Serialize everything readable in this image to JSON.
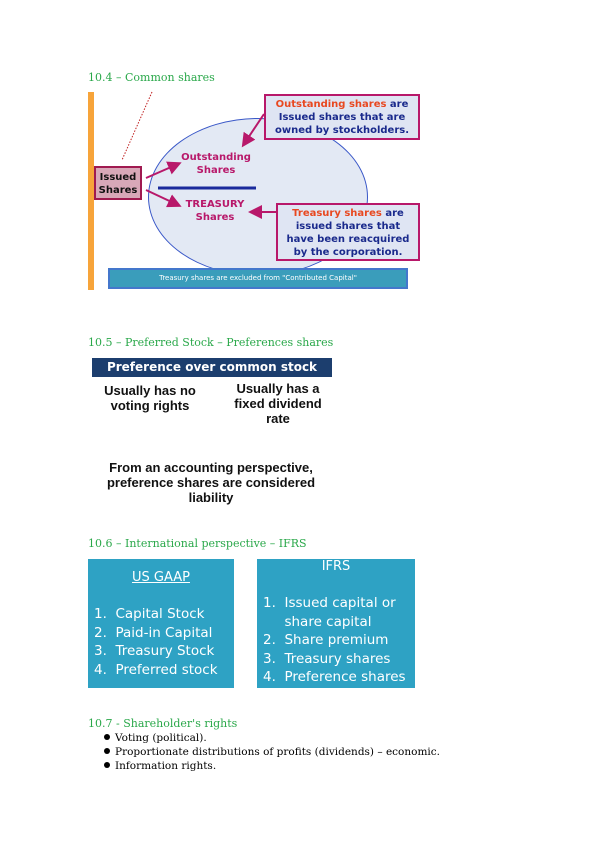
{
  "sections": {
    "common": {
      "heading": "10.4 – Common shares",
      "issued_label": "Issued Shares",
      "outstanding_label": "Outstanding Shares",
      "treasury_label": "TREASURY Shares",
      "callout_outstanding": {
        "highlight": "Outstanding shares",
        "rest": " are Issued shares that are owned by stockholders."
      },
      "callout_treasury": {
        "highlight": "Treasury shares",
        "rest": " are issued shares that have been reacquired by the corporation."
      },
      "note": "Treasury shares are excluded from \"Contributed Capital\""
    },
    "preferred": {
      "heading": "10.5 – Preferred Stock – Preferences shares",
      "bar_title": "Preference over common stock",
      "left_text": "Usually has no voting rights",
      "right_text": "Usually has a fixed dividend rate",
      "bottom_text": "From an accounting perspective, preference shares are considered liability"
    },
    "international": {
      "heading": "10.6 – International perspective – IFRS",
      "us_gaap": {
        "title": "US GAAP",
        "items": [
          "1.  Capital Stock",
          "2.  Paid-in Capital",
          "3.  Treasury Stock",
          "4.  Preferred stock"
        ]
      },
      "ifrs": {
        "title": "IFRS",
        "items": [
          "1.  Issued capital or",
          "     share capital",
          "2.  Share premium",
          "3.  Treasury shares",
          "4.  Preference shares"
        ]
      }
    },
    "rights": {
      "heading": "10.7 - Shareholder's rights",
      "items": [
        "Voting (political).",
        "Proportionate distributions of profits (dividends) – economic.",
        "Information rights."
      ]
    }
  },
  "colors": {
    "heading": "#2aa84a",
    "accent_magenta": "#b8186a",
    "box_teal": "#2ea2c4",
    "navy_bar": "#1c3e6e"
  }
}
